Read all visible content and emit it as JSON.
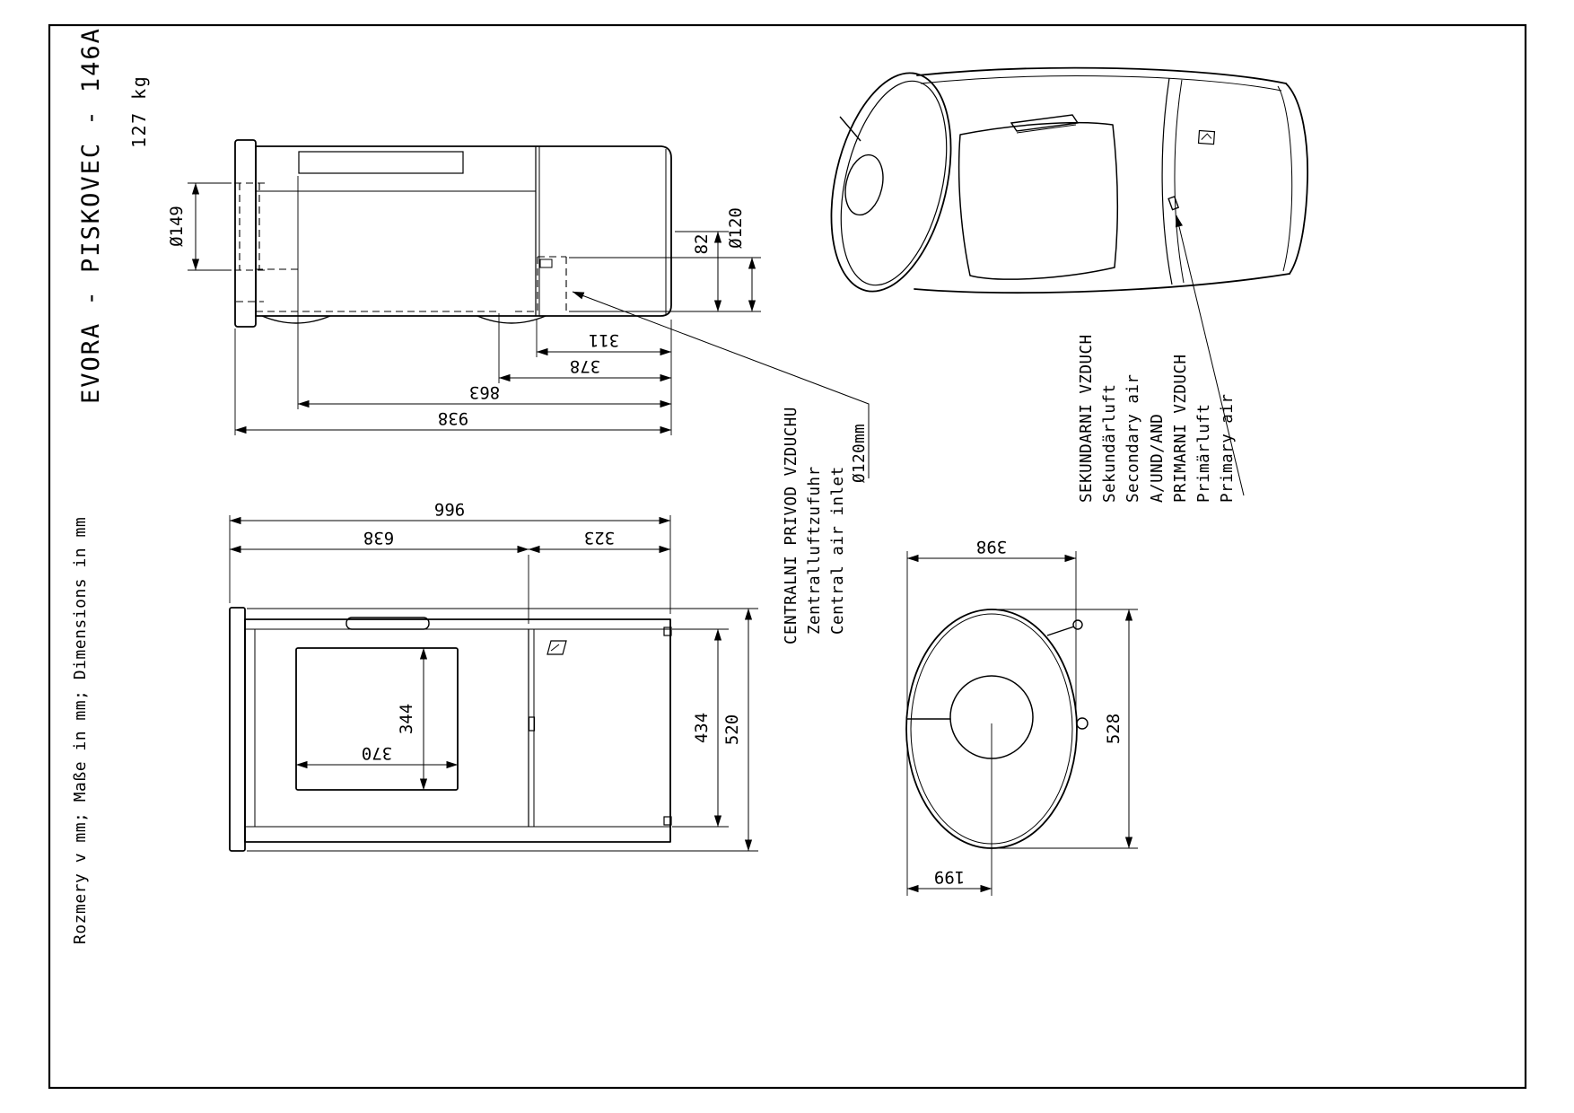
{
  "sheet": {
    "model": "EVORA - PISKOVEC - 146A",
    "weight": "127 kg",
    "units_note": "Rozmery v mm; Maße in mm; Dimensions in mm"
  },
  "annotations": {
    "central_air": [
      "CENTRALNI PRIVOD VZDUCHU",
      "Zentralluftzufuhr",
      "Central air inlet",
      "Ø120mm"
    ],
    "air_controls": [
      "SEKUNDARNI VZDUCH",
      "Sekundärluft",
      "Secondary air",
      "A/UND/AND",
      "PRIMARNI VZDUCH",
      "Primärluft",
      "Primary air"
    ]
  },
  "side_view": {
    "flue_diameter": "Ø149",
    "inlet_height": "82",
    "inlet_diameter": "Ø120",
    "inlet_to_end": "311",
    "inlet_to_front": "378",
    "body_length": "863",
    "total_length": "938"
  },
  "front_view": {
    "total_width": "966",
    "door_width": "638",
    "side_panel_width": "323",
    "glass_height": "344",
    "glass_width": "370",
    "body_height": "434",
    "total_height": "520"
  },
  "end_view": {
    "width": "398",
    "height": "528",
    "flue_offset": "199"
  }
}
